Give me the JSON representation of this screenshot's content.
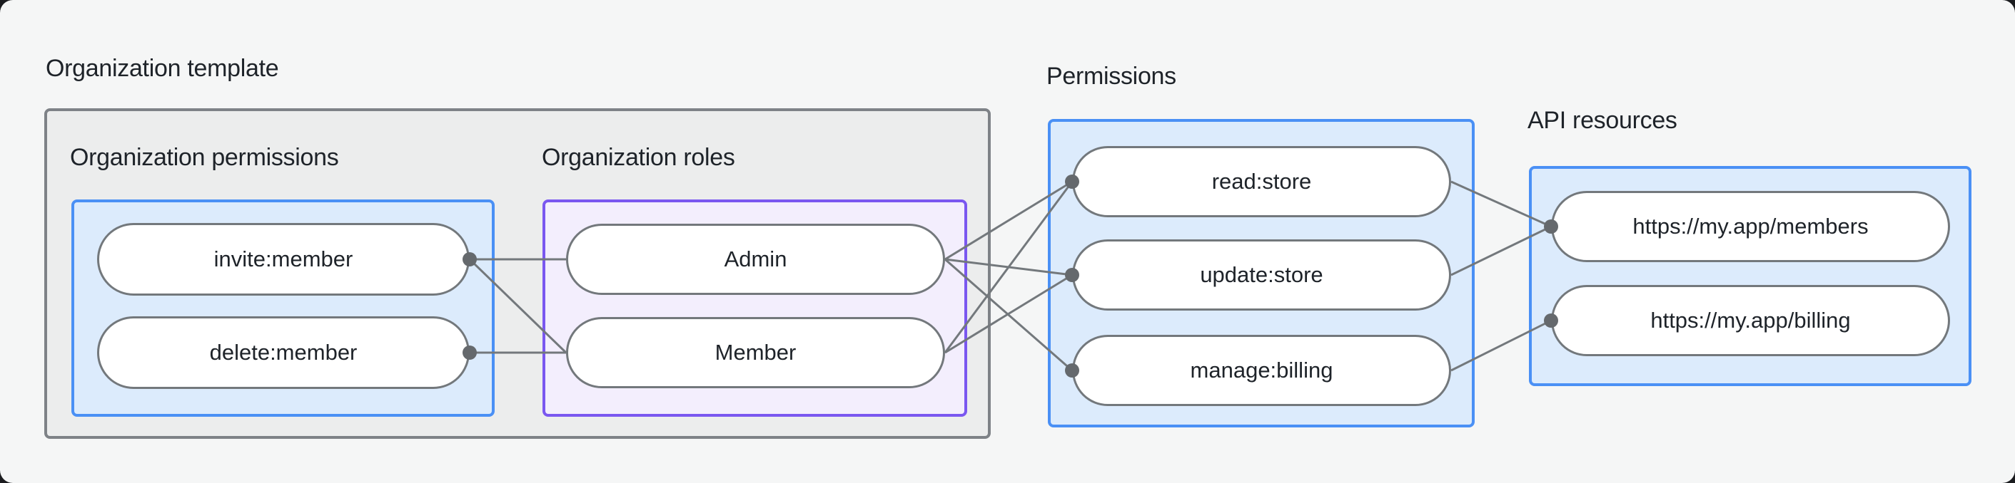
{
  "diagram": {
    "title": "Organization template",
    "sections": [
      {
        "id": "org-permissions",
        "label": "Organization permissions",
        "style": "blue",
        "nodes": [
          {
            "id": "invite",
            "label": "invite:member"
          },
          {
            "id": "delete",
            "label": "delete:member"
          }
        ]
      },
      {
        "id": "org-roles",
        "label": "Organization roles",
        "style": "purple",
        "nodes": [
          {
            "id": "admin",
            "label": "Admin"
          },
          {
            "id": "member",
            "label": "Member"
          }
        ]
      },
      {
        "id": "permissions",
        "label": "Permissions",
        "style": "blue",
        "nodes": [
          {
            "id": "read",
            "label": "read:store"
          },
          {
            "id": "update",
            "label": "update:store"
          },
          {
            "id": "manage",
            "label": "manage:billing"
          }
        ]
      },
      {
        "id": "api-resources",
        "label": "API resources",
        "style": "blue",
        "nodes": [
          {
            "id": "members",
            "label": "https://my.app/members"
          },
          {
            "id": "billing",
            "label": "https://my.app/billing"
          }
        ]
      }
    ],
    "edges": [
      {
        "from": "invite",
        "to": "admin",
        "dot": "from"
      },
      {
        "from": "invite",
        "to": "member",
        "dot": "from"
      },
      {
        "from": "delete",
        "to": "member",
        "dot": "from"
      },
      {
        "from": "admin",
        "to": "read",
        "dot": "to"
      },
      {
        "from": "admin",
        "to": "update",
        "dot": "to"
      },
      {
        "from": "admin",
        "to": "manage",
        "dot": "to"
      },
      {
        "from": "member",
        "to": "read",
        "dot": "to"
      },
      {
        "from": "member",
        "to": "update",
        "dot": "to"
      },
      {
        "from": "read",
        "to": "members",
        "dot": "to"
      },
      {
        "from": "update",
        "to": "members",
        "dot": "to"
      },
      {
        "from": "manage",
        "to": "billing",
        "dot": "to"
      }
    ],
    "colors": {
      "background": "#F5F6F6",
      "gray_box_fill": "#ECEDED",
      "gray_box_border": "#7E8287",
      "blue_box_fill": "#DCEBFC",
      "blue_box_border": "#4A90F5",
      "purple_box_fill": "#F3EEFD",
      "purple_box_border": "#7A57F0",
      "pill_fill": "#FFFFFF",
      "pill_border": "#73787C",
      "edge_line": "#73787C",
      "edge_dot": "#65696D",
      "text": "#1E2329"
    }
  }
}
